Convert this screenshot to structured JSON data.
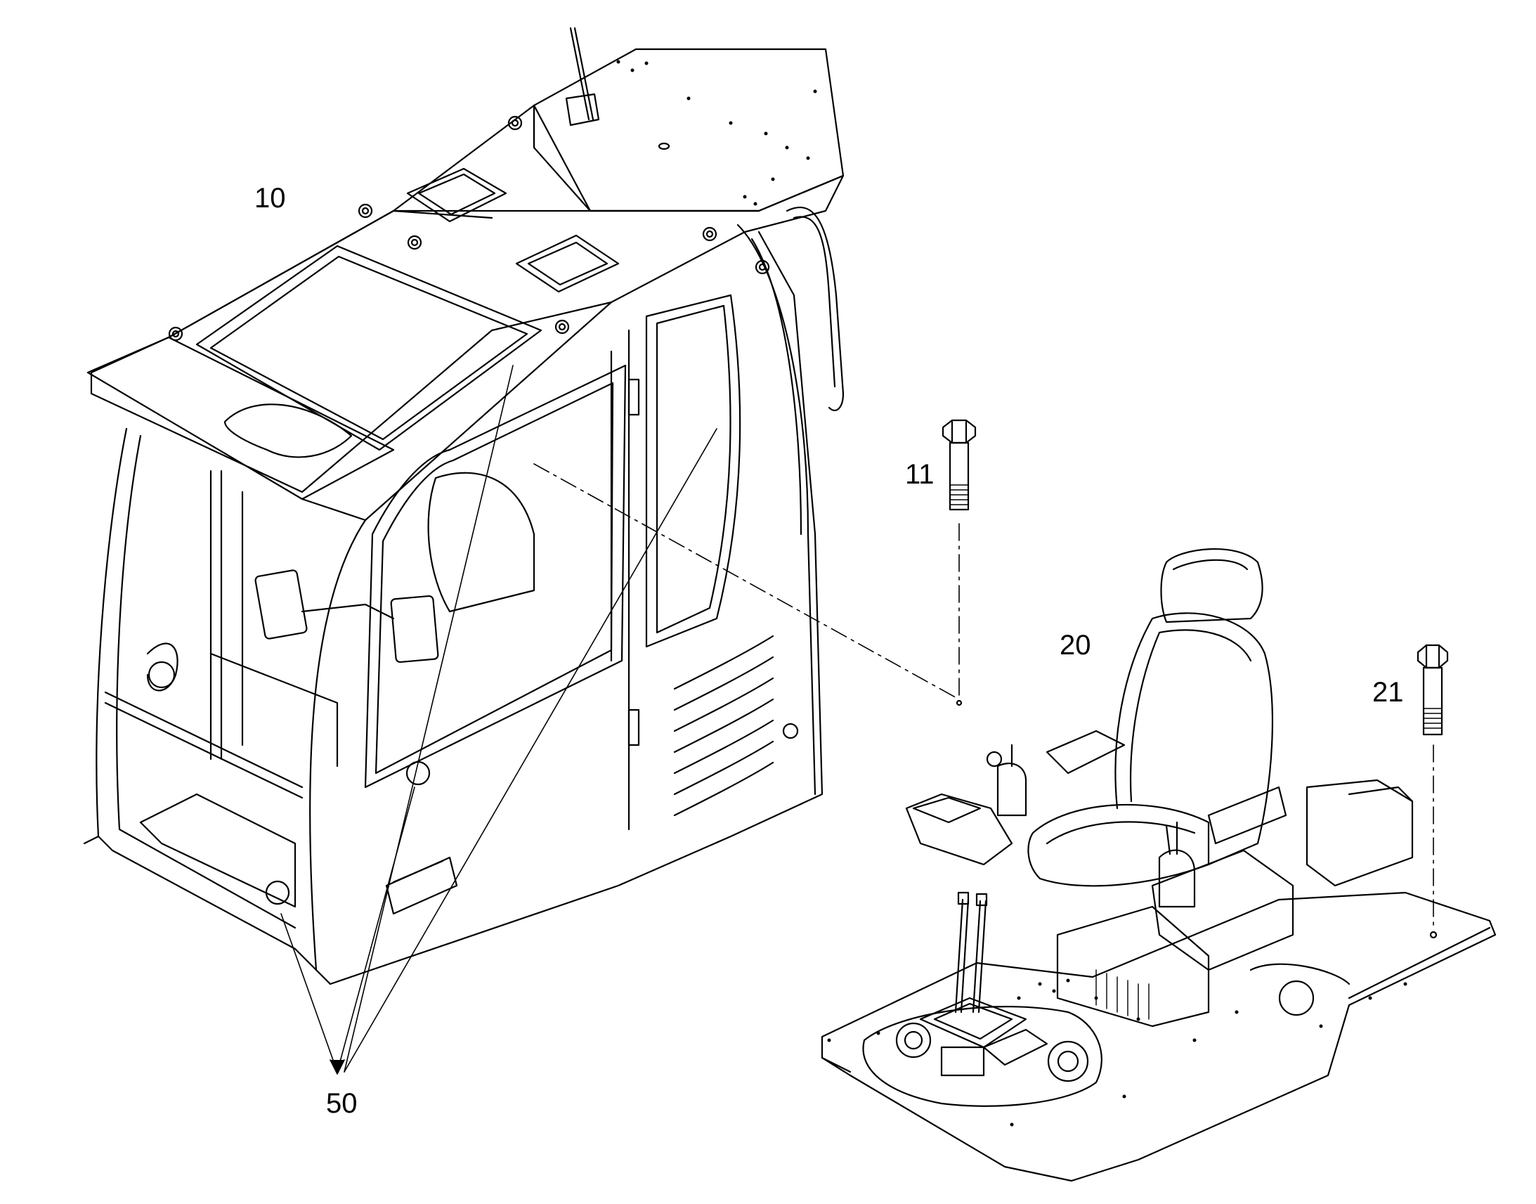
{
  "diagram": {
    "type": "exploded-parts-view",
    "colors": {
      "line": "#000000",
      "background": "#ffffff"
    },
    "callouts": [
      {
        "id": "10",
        "label": "10",
        "part": "cab"
      },
      {
        "id": "11",
        "label": "11",
        "part": "bolt"
      },
      {
        "id": "20",
        "label": "20",
        "part": "seat-and-floor-plate-assembly"
      },
      {
        "id": "21",
        "label": "21",
        "part": "bolt"
      },
      {
        "id": "50",
        "label": "50",
        "part": "indicated-by-leader-lines"
      }
    ]
  }
}
